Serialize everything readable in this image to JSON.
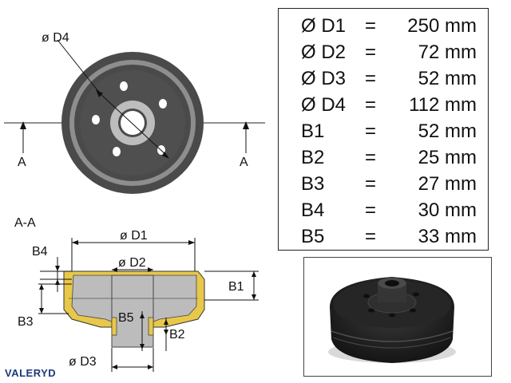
{
  "diagram": {
    "labels": {
      "d4": "ø D4",
      "section_left": "A",
      "section_right": "A",
      "section_title": "A-A",
      "d1": "ø D1",
      "d2": "ø D2",
      "d3": "ø D3",
      "b1": "B1",
      "b2": "B2",
      "b3": "B3",
      "b4": "B4",
      "b5": "B5"
    }
  },
  "specs": [
    {
      "name": "Ø D1",
      "eq": "=",
      "value": "250 mm"
    },
    {
      "name": "Ø D2",
      "eq": "=",
      "value": "72 mm"
    },
    {
      "name": "Ø D3",
      "eq": "=",
      "value": "52 mm"
    },
    {
      "name": "Ø D4",
      "eq": "=",
      "value": "112 mm"
    },
    {
      "name": "B1",
      "eq": "=",
      "value": "52 mm"
    },
    {
      "name": "B2",
      "eq": "=",
      "value": "25 mm"
    },
    {
      "name": "B3",
      "eq": "=",
      "value": "27 mm"
    },
    {
      "name": "B4",
      "eq": "=",
      "value": "30 mm"
    },
    {
      "name": "B5",
      "eq": "=",
      "value": "33 mm"
    }
  ],
  "brand": "VALERYD",
  "colors": {
    "drum_dark": "#4a4a4a",
    "drum_ring": "#8a8a8a",
    "hub_fill": "#bdbdbd",
    "section_wall": "#e8c84a",
    "section_inner": "#bcbcbc",
    "brand_blue": "#1d3a78"
  }
}
